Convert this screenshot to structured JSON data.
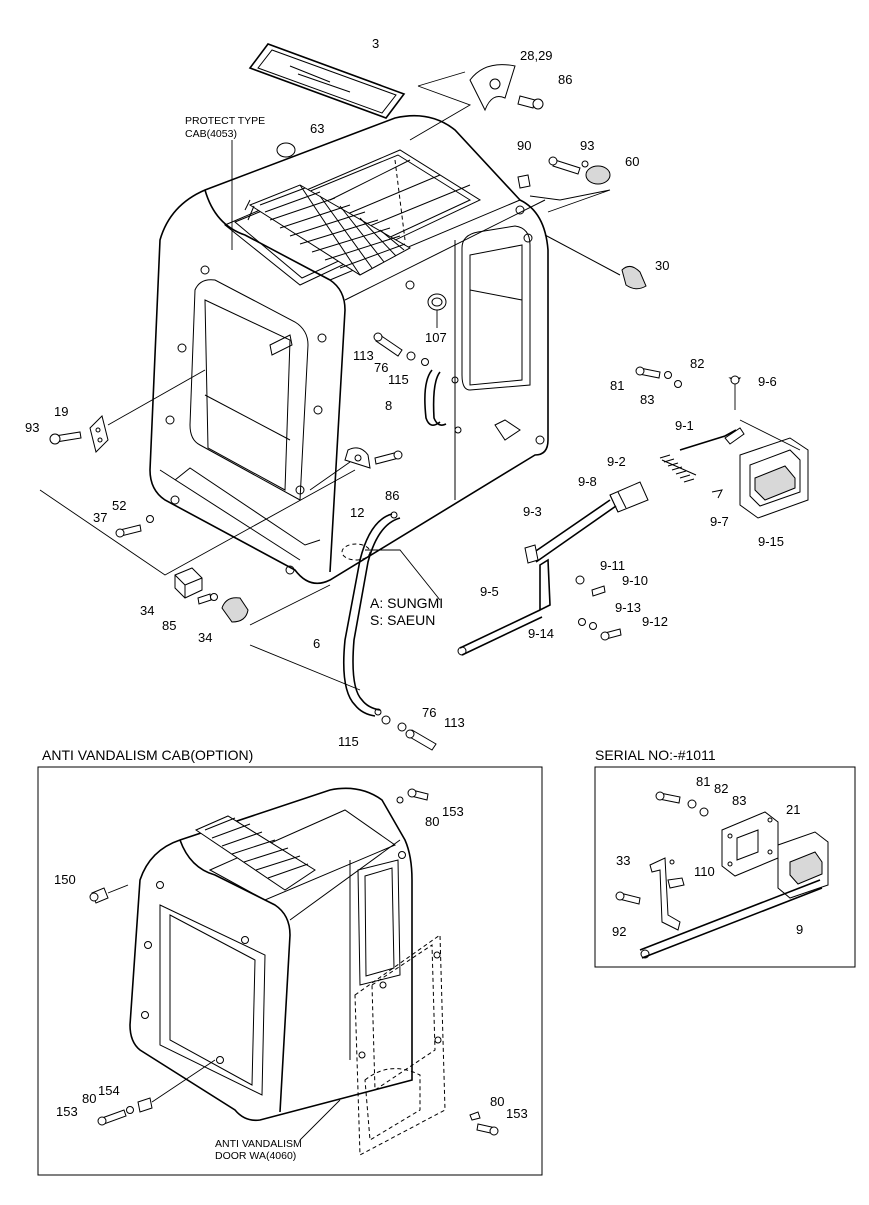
{
  "callouts": {
    "c3": "3",
    "c28_29": "28,29",
    "c86a": "86",
    "c63": "63",
    "c90": "90",
    "c93a": "93",
    "c60": "60",
    "c30": "30",
    "c107": "107",
    "c113a": "113",
    "c76a": "76",
    "c115a": "115",
    "c8": "8",
    "c19": "19",
    "c93b": "93",
    "c12": "12",
    "c86b": "86",
    "c52": "52",
    "c37": "37",
    "c34a": "34",
    "c85": "85",
    "c34b": "34",
    "c6": "6",
    "c115b": "115",
    "c76b": "76",
    "c113b": "113",
    "c81": "81",
    "c82": "82",
    "c83": "83",
    "c9_6": "9-6",
    "c9_1": "9-1",
    "c9_2": "9-2",
    "c9_8": "9-8",
    "c9_3": "9-3",
    "c9_7": "9-7",
    "c9_15": "9-15",
    "c9_11": "9-11",
    "c9_10": "9-10",
    "c9_5": "9-5",
    "c9_13": "9-13",
    "c9_14": "9-14",
    "c9_12": "9-12"
  },
  "notes": {
    "protect_line1": "PROTECT TYPE",
    "protect_line2": "CAB(4053)",
    "maker_a": "A: SUNGMI",
    "maker_s": "S: SAEUN"
  },
  "anti_vandalism": {
    "title": "ANTI VANDALISM CAB(OPTION)",
    "door_line1": "ANTI VANDALISM",
    "door_line2": "DOOR WA(4060)",
    "callouts": {
      "c80a": "80",
      "c153a": "153",
      "c150": "150",
      "c154": "154",
      "c80b": "80",
      "c153b": "153",
      "c80c": "80",
      "c153c": "153"
    }
  },
  "serial": {
    "title": "SERIAL NO:-#1011",
    "callouts": {
      "c81": "81",
      "c82": "82",
      "c83": "83",
      "c21": "21",
      "c33": "33",
      "c110": "110",
      "c92": "92",
      "c9": "9"
    }
  }
}
